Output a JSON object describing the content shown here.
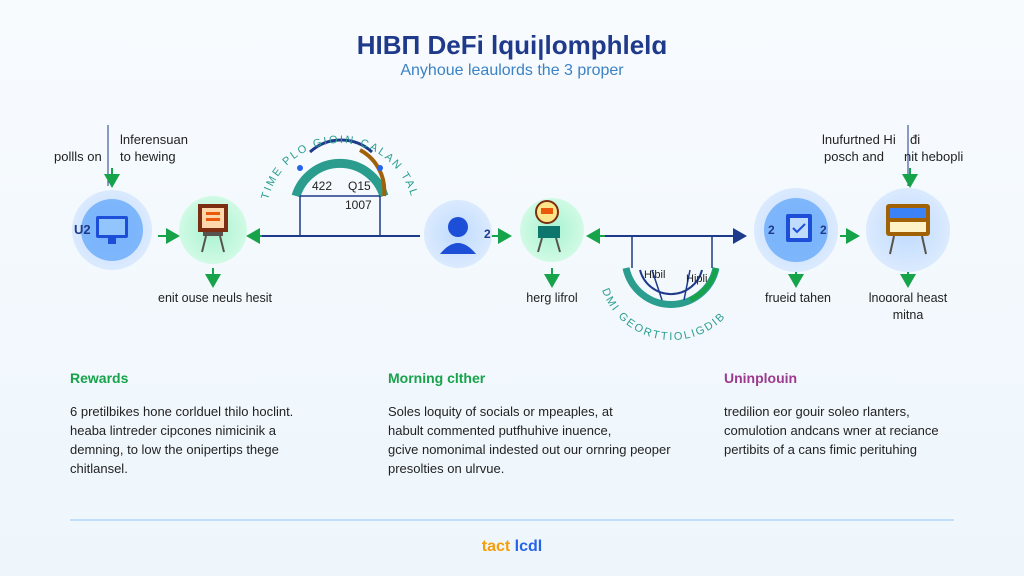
{
  "header": {
    "title": "HIBΠ DeFi lquiꞁlomphlelɑ",
    "subtitle": "Anyhoue leaulords the 3 proper"
  },
  "labels": {
    "top_left_a": "pollls on",
    "top_left_b": "lnferensuan",
    "top_left_c": "to hewing",
    "top_right_a": "lnufurtned Hi",
    "top_right_b": "posch and",
    "top_right_c": "đi",
    "top_right_d": "nit hebopli",
    "node1_label": "U2",
    "node3_label": "2",
    "node5_label": "2",
    "arc1_left_value": "422",
    "arc1_right_value": "Q15",
    "arc1_bottom_value": "1007",
    "arc1_text": "TIME PLO GIOIN CALAN TALTIZ NO",
    "arc2_left_value": "Hibil",
    "arc2_right_value": "Hipli",
    "arc2_text": "DMI GEORTTIOLIGDIB",
    "below_node2": "enit ouse neuls hesit",
    "below_node4": "herg lifrol",
    "below_node6": "frueid tahen",
    "below_node7_a": "lnoɑoral heast",
    "below_node7_b": "mitna"
  },
  "sections": [
    {
      "heading": "Rewards",
      "color": "#16a34a",
      "lines": [
        "6 pretilbikes hone corlduel thilo hoclint.",
        "heaba lintreder cipcones nimicinik a",
        "demning, to low the onipertips thege",
        "chitlansel."
      ]
    },
    {
      "heading": "Morning clther",
      "color": "#16a34a",
      "lines": [
        "Soles loquity of socials or mpeaples, at",
        "habult commented putfhuhive inuence,",
        "gcive nomonimal indested out our ornring peoper",
        "presolties on ulrvue."
      ]
    },
    {
      "heading": "Uninplouin",
      "color": "#9d3a8f",
      "lines": [
        "tredilion eor gouir soleo rlanters,",
        "comulotion andcans wner at reciance",
        "pertibits of a cans fimic perituhing"
      ]
    }
  ],
  "footer": {
    "logo_part1": "tact",
    "logo_part2": "lcdl"
  },
  "colors": {
    "primary_blue": "#1f3a8a",
    "line_navy": "#1e3a8a",
    "green_arrow": "#16a34a",
    "teal": "#2a9d8f",
    "node_blue": "#60a5fa",
    "node_teal": "#5eead4"
  }
}
